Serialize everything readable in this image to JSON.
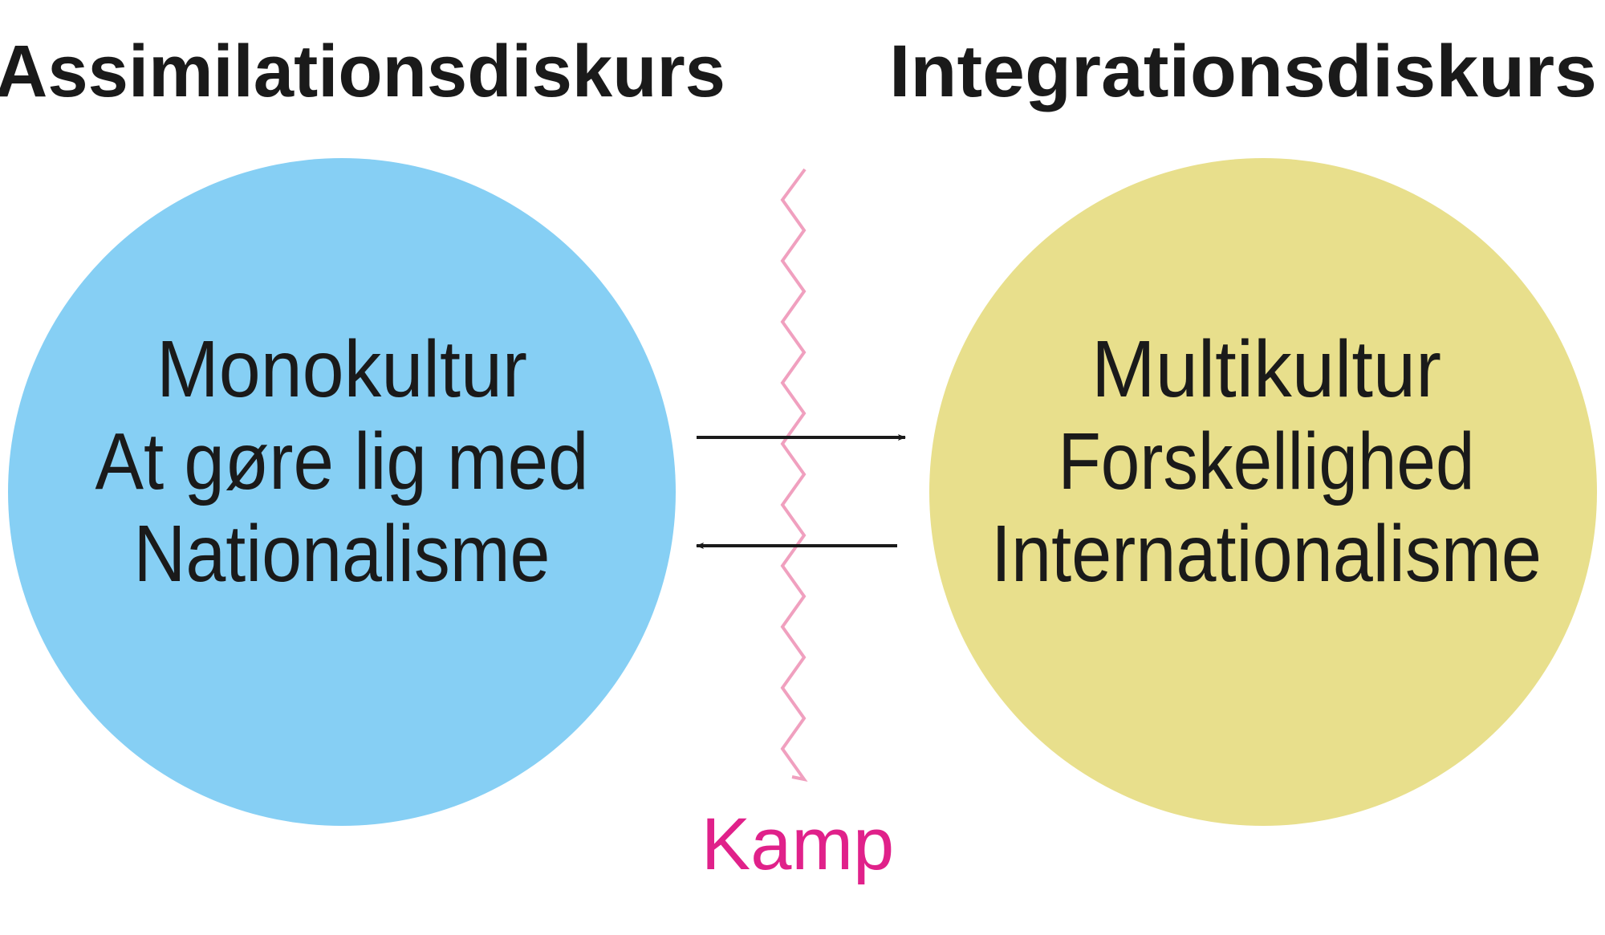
{
  "left": {
    "title": "Assimilationsdiskurs",
    "lines": [
      "Monokultur",
      "At gøre lig med",
      "Nationalisme"
    ],
    "color": "#86cff4"
  },
  "right": {
    "title": "Integrationsdiskurs",
    "lines": [
      "Multikultur",
      "Forskellighed",
      "Internationalisme"
    ],
    "color": "#e8df8c"
  },
  "divider": {
    "label": "Kamp",
    "label_color": "#e0218a",
    "line_color": "#f0a0bf"
  }
}
